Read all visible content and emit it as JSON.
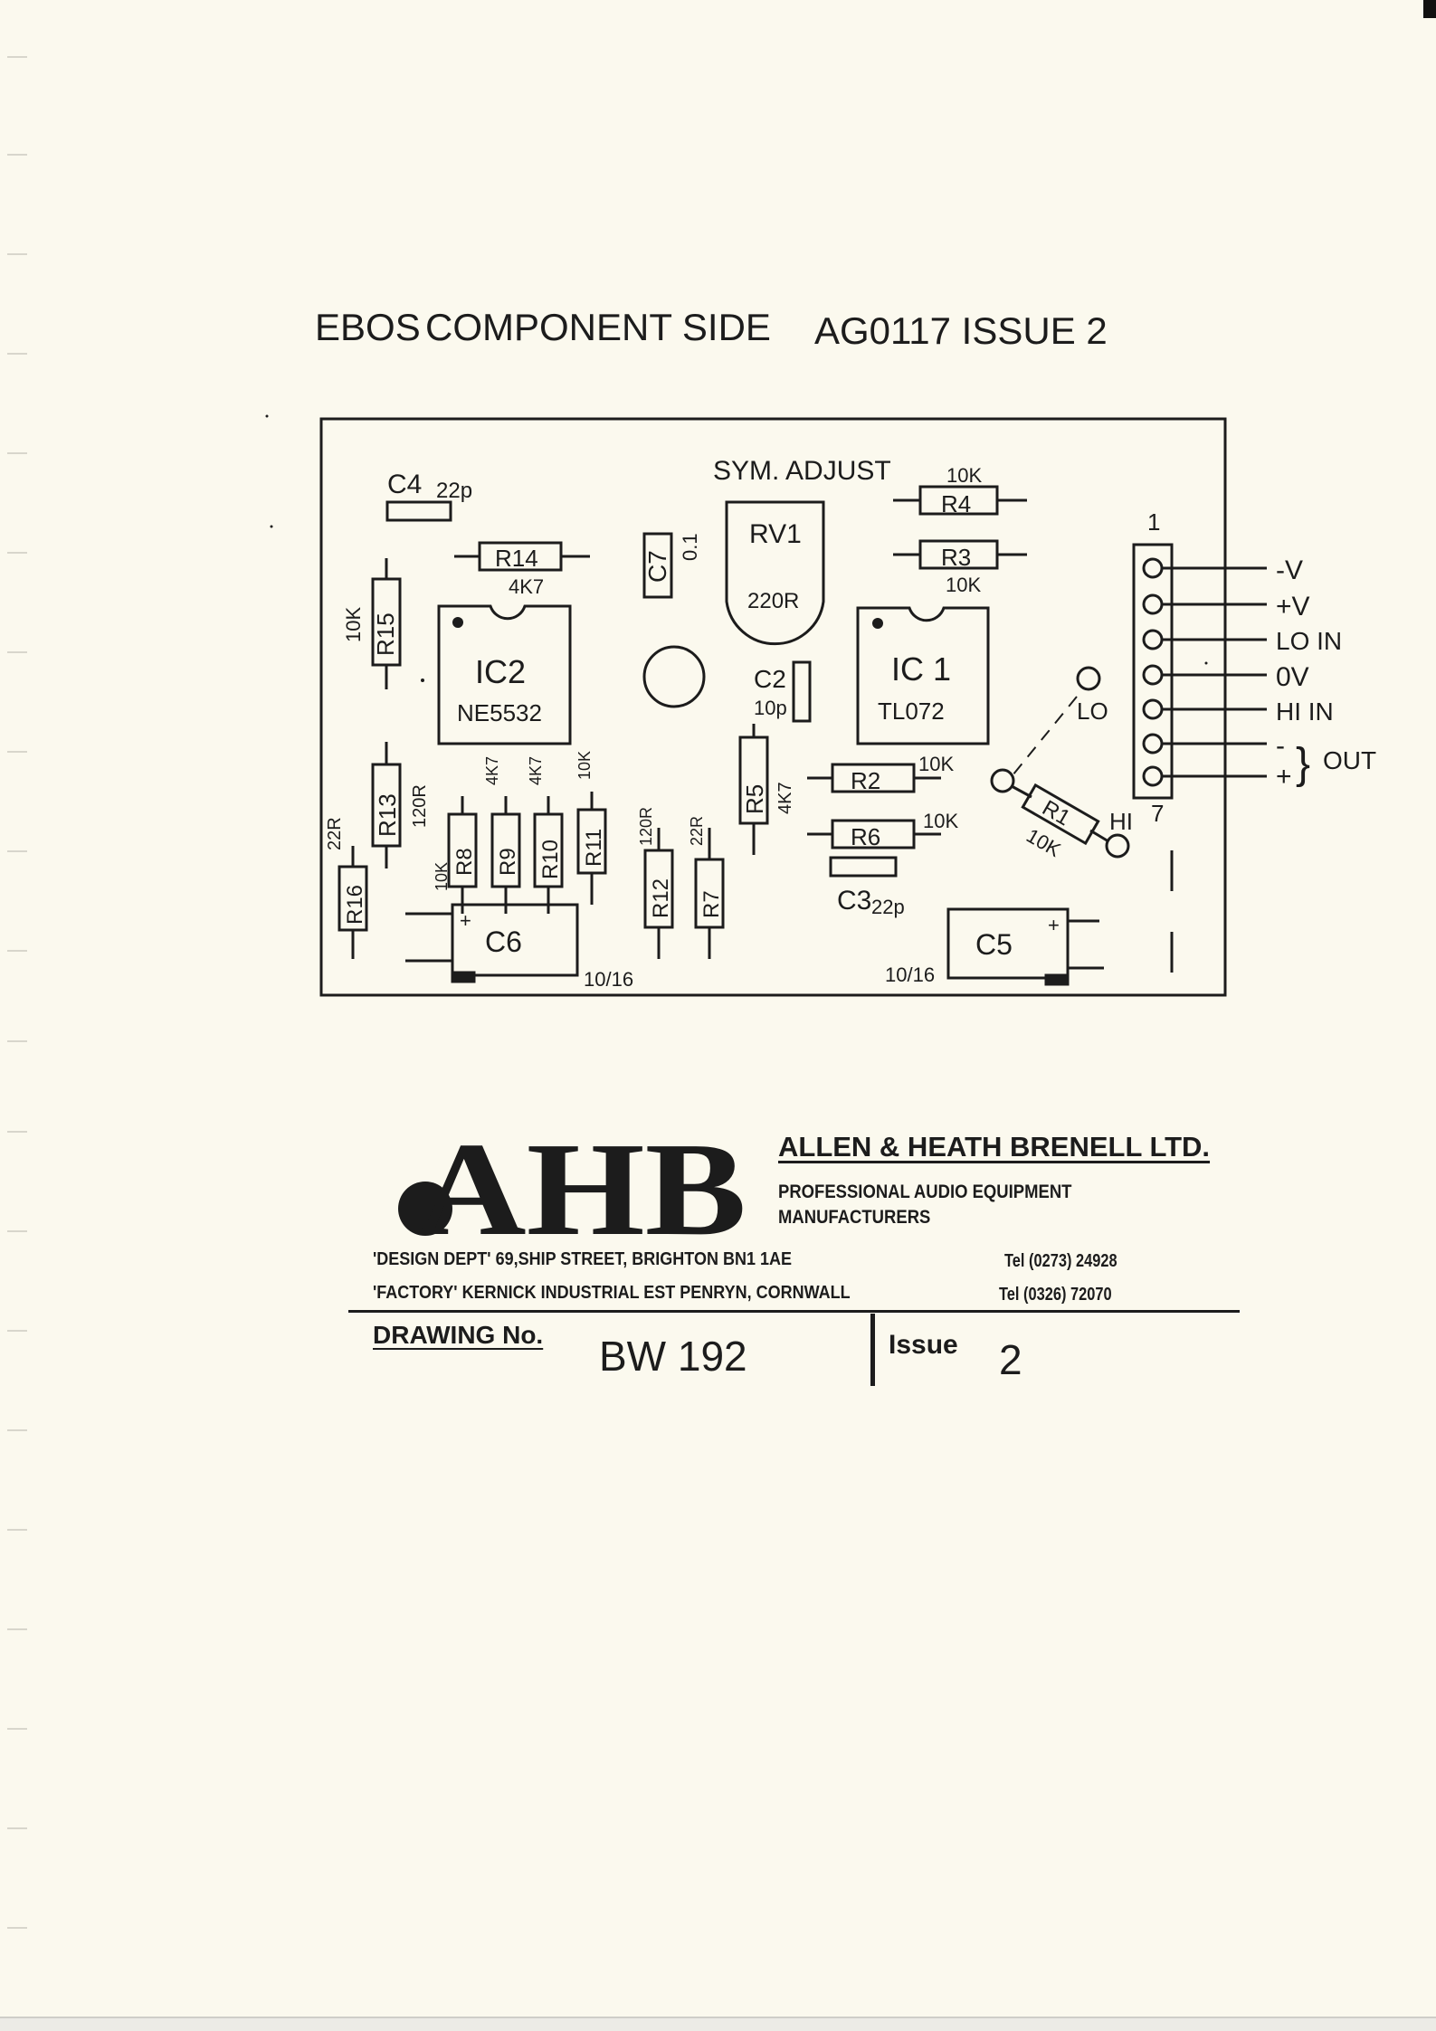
{
  "header": {
    "board": "EBOS",
    "side": "COMPONENT SIDE",
    "assembly": "AG0117 ISSUE 2"
  },
  "board": {
    "sym_adjust": "SYM. ADJUST",
    "rv1": {
      "ref": "RV1",
      "value": "220R"
    },
    "ic1": {
      "ref": "IC 1",
      "value": "TL072"
    },
    "ic2": {
      "ref": "IC2",
      "value": "NE5532"
    },
    "c2": {
      "ref": "C2",
      "value": "10p"
    },
    "c3": {
      "ref": "C3",
      "value": "22p"
    },
    "c4": {
      "ref": "C4",
      "value": "22p"
    },
    "c5": {
      "ref": "C5",
      "value": "10/16",
      "plus": "+"
    },
    "c6": {
      "ref": "C6",
      "value": "10/16",
      "plus": "+"
    },
    "c7": {
      "ref": "C7",
      "value": "0.1"
    },
    "r1": {
      "ref": "R1",
      "value": "10K"
    },
    "r2": {
      "ref": "R2",
      "value": "10K"
    },
    "r3": {
      "ref": "R3",
      "value": "10K"
    },
    "r4": {
      "ref": "R4",
      "value": "10K"
    },
    "r5": {
      "ref": "R5",
      "value": "4K7"
    },
    "r6": {
      "ref": "R6",
      "value": "10K"
    },
    "r7": {
      "ref": "R7",
      "value": "22R"
    },
    "r8": {
      "ref": "R8",
      "value": "10K"
    },
    "r9": {
      "ref": "R9",
      "value": "4K7"
    },
    "r10": {
      "ref": "R10",
      "value": "4K7"
    },
    "r11": {
      "ref": "R11",
      "value": "10K"
    },
    "r12": {
      "ref": "R12",
      "value": "120R"
    },
    "r13": {
      "ref": "R13",
      "value": "120R"
    },
    "r14": {
      "ref": "R14",
      "value": "4K7"
    },
    "r15": {
      "ref": "R15",
      "value": "10K"
    },
    "r16": {
      "ref": "R16",
      "value": "22R"
    },
    "lo": "LO",
    "hi": "HI",
    "pin_first": "1",
    "pin_last": "7"
  },
  "connector_labels": [
    "-V",
    "+V",
    "LO IN",
    "0V",
    "HI IN"
  ],
  "out_minus": "-",
  "out_plus": "+",
  "out_label": "OUT",
  "titleblock": {
    "logo": "AHB",
    "company": "ALLEN & HEATH BRENELL LTD.",
    "tagline_1": "PROFESSIONAL AUDIO EQUIPMENT",
    "tagline_2": "MANUFACTURERS",
    "design_addr": "'DESIGN DEPT' 69,SHIP STREET, BRIGHTON BN1 1AE",
    "design_tel": "Tel (0273) 24928",
    "factory_addr": "'FACTORY' KERNICK INDUSTRIAL EST PENRYN, CORNWALL",
    "factory_tel": "Tel (0326) 72070",
    "drawing_label": "DRAWING No.",
    "drawing_no": "BW 192",
    "issue_label": "Issue",
    "issue_no": "2"
  }
}
